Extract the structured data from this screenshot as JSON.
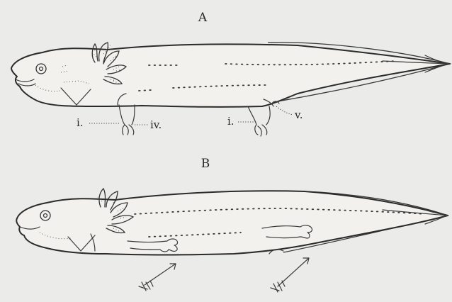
{
  "figures": [
    {
      "label": "A"
    },
    {
      "label": "B"
    }
  ],
  "digit_labels": [
    "i.",
    "iv.",
    "i.",
    "v."
  ],
  "colors": {
    "background": "#ebebea",
    "ink": "#2b2b2b",
    "body_fill": "#f2f1ee"
  }
}
